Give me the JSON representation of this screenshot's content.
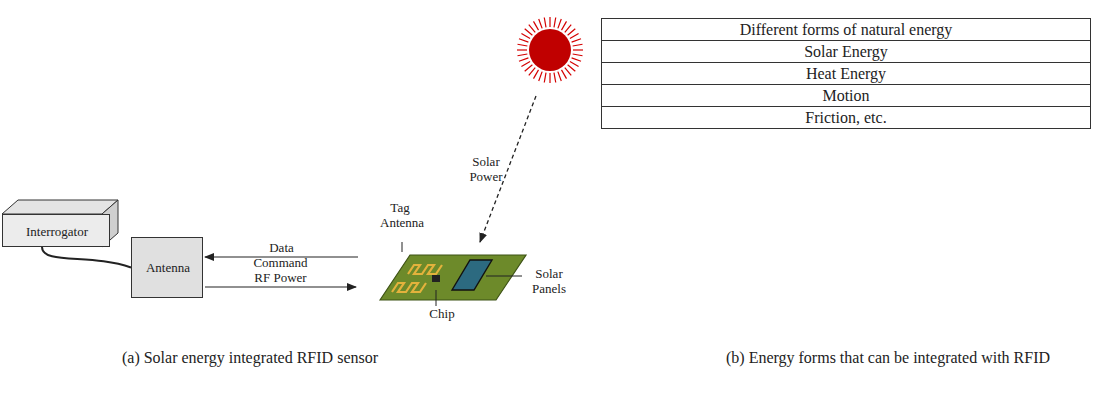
{
  "diagram": {
    "nodes": [
      {
        "text": [
          "Interrogator"
        ]
      },
      {
        "text": [
          "Antenna"
        ]
      },
      {
        "text": [
          "Tag Antenna",
          "Chip",
          "Solar Panels"
        ]
      }
    ],
    "edges": [
      {
        "from": 0,
        "to": 1,
        "arrow": "none"
      },
      {
        "from": 2,
        "to": 1,
        "label": "Data",
        "arrow": "to"
      },
      {
        "from": 1,
        "to": 2,
        "label": "Command RF Power",
        "arrow": "to"
      }
    ],
    "labels": [
      "Solar Power",
      "Different forms of natural energy",
      "Solar Energy",
      "Heat Energy",
      "Motion",
      "Friction, etc.",
      "(a) Solar energy integrated RFID sensor",
      "(b) Energy forms that can be integrated with RFID"
    ]
  }
}
